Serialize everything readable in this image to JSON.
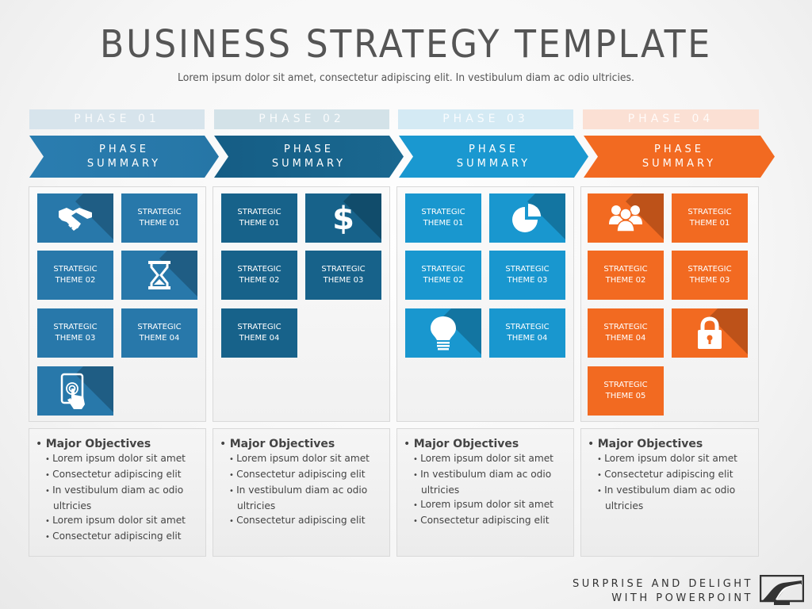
{
  "header": {
    "title": "BUSINESS STRATEGY TEMPLATE",
    "subtitle": "Lorem ipsum dolor sit amet, consectetur adipiscing elit. In vestibulum diam ac odio ultricies."
  },
  "colors": {
    "phase1": "#2878aa",
    "phase2": "#17628a",
    "phase3": "#1997cf",
    "phase4": "#f26a21",
    "phase1_label_bg": "#d7e4ec",
    "phase2_label_bg": "#d3e2e8",
    "phase3_label_bg": "#d4eaf4",
    "phase4_label_bg": "#fbe0d4",
    "title_text": "#555555",
    "body_text": "#444444"
  },
  "phases": [
    {
      "label": "PHASE 01",
      "summary_line1": "PHASE",
      "summary_line2": "SUMMARY",
      "tiles": [
        {
          "type": "icon",
          "icon": "handshake-icon"
        },
        {
          "type": "text",
          "line1": "STRATEGIC",
          "line2": "THEME 01"
        },
        {
          "type": "text",
          "line1": "STRATEGIC",
          "line2": "THEME 02"
        },
        {
          "type": "icon",
          "icon": "hourglass-icon"
        },
        {
          "type": "text",
          "line1": "STRATEGIC",
          "line2": "THEME 03"
        },
        {
          "type": "text",
          "line1": "STRATEGIC",
          "line2": "THEME 04"
        },
        {
          "type": "icon",
          "icon": "tablet-touch-icon"
        }
      ],
      "objectives": {
        "heading": "Major Objectives",
        "items": [
          "Lorem ipsum dolor sit amet",
          "Consectetur adipiscing elit",
          "In vestibulum diam ac odio ultricies",
          "Lorem ipsum dolor sit amet",
          "Consectetur adipiscing elit"
        ]
      }
    },
    {
      "label": "PHASE 02",
      "summary_line1": "PHASE",
      "summary_line2": "SUMMARY",
      "tiles": [
        {
          "type": "text",
          "line1": "STRATEGIC",
          "line2": "THEME 01"
        },
        {
          "type": "icon",
          "icon": "dollar-icon"
        },
        {
          "type": "text",
          "line1": "STRATEGIC",
          "line2": "THEME 02"
        },
        {
          "type": "text",
          "line1": "STRATEGIC",
          "line2": "THEME 03"
        },
        {
          "type": "text",
          "line1": "STRATEGIC",
          "line2": "THEME 04"
        }
      ],
      "objectives": {
        "heading": "Major Objectives",
        "items": [
          "Lorem ipsum dolor sit amet",
          "Consectetur adipiscing elit",
          "In vestibulum diam ac odio ultricies",
          "Consectetur adipiscing elit"
        ]
      }
    },
    {
      "label": "PHASE 03",
      "summary_line1": "PHASE",
      "summary_line2": "SUMMARY",
      "tiles": [
        {
          "type": "text",
          "line1": "STRATEGIC",
          "line2": "THEME 01"
        },
        {
          "type": "icon",
          "icon": "pie-chart-icon"
        },
        {
          "type": "text",
          "line1": "STRATEGIC",
          "line2": "THEME 02"
        },
        {
          "type": "text",
          "line1": "STRATEGIC",
          "line2": "THEME 03"
        },
        {
          "type": "icon",
          "icon": "lightbulb-icon"
        },
        {
          "type": "text",
          "line1": "STRATEGIC",
          "line2": "THEME 04"
        }
      ],
      "objectives": {
        "heading": "Major Objectives",
        "items": [
          "Lorem ipsum dolor sit amet",
          "In vestibulum diam ac odio ultricies",
          "Lorem ipsum dolor sit amet",
          "Consectetur adipiscing elit"
        ]
      }
    },
    {
      "label": "PHASE 04",
      "summary_line1": "PHASE",
      "summary_line2": "SUMMARY",
      "tiles": [
        {
          "type": "icon",
          "icon": "people-group-icon"
        },
        {
          "type": "text",
          "line1": "STRATEGIC",
          "line2": "THEME 01"
        },
        {
          "type": "text",
          "line1": "STRATEGIC",
          "line2": "THEME 02"
        },
        {
          "type": "text",
          "line1": "STRATEGIC",
          "line2": "THEME 03"
        },
        {
          "type": "text",
          "line1": "STRATEGIC",
          "line2": "THEME 04"
        },
        {
          "type": "icon",
          "icon": "padlock-icon"
        },
        {
          "type": "text",
          "line1": "STRATEGIC",
          "line2": "THEME 05"
        }
      ],
      "objectives": {
        "heading": "Major Objectives",
        "items": [
          "Lorem ipsum dolor sit amet",
          "Consectetur adipiscing elit",
          "In vestibulum diam ac odio ultricies"
        ]
      }
    }
  ],
  "footer": {
    "line1": "SURPRISE AND DELIGHT",
    "line2": "WITH POWERPOINT",
    "logo_icon": "road-monitor-logo-icon"
  }
}
